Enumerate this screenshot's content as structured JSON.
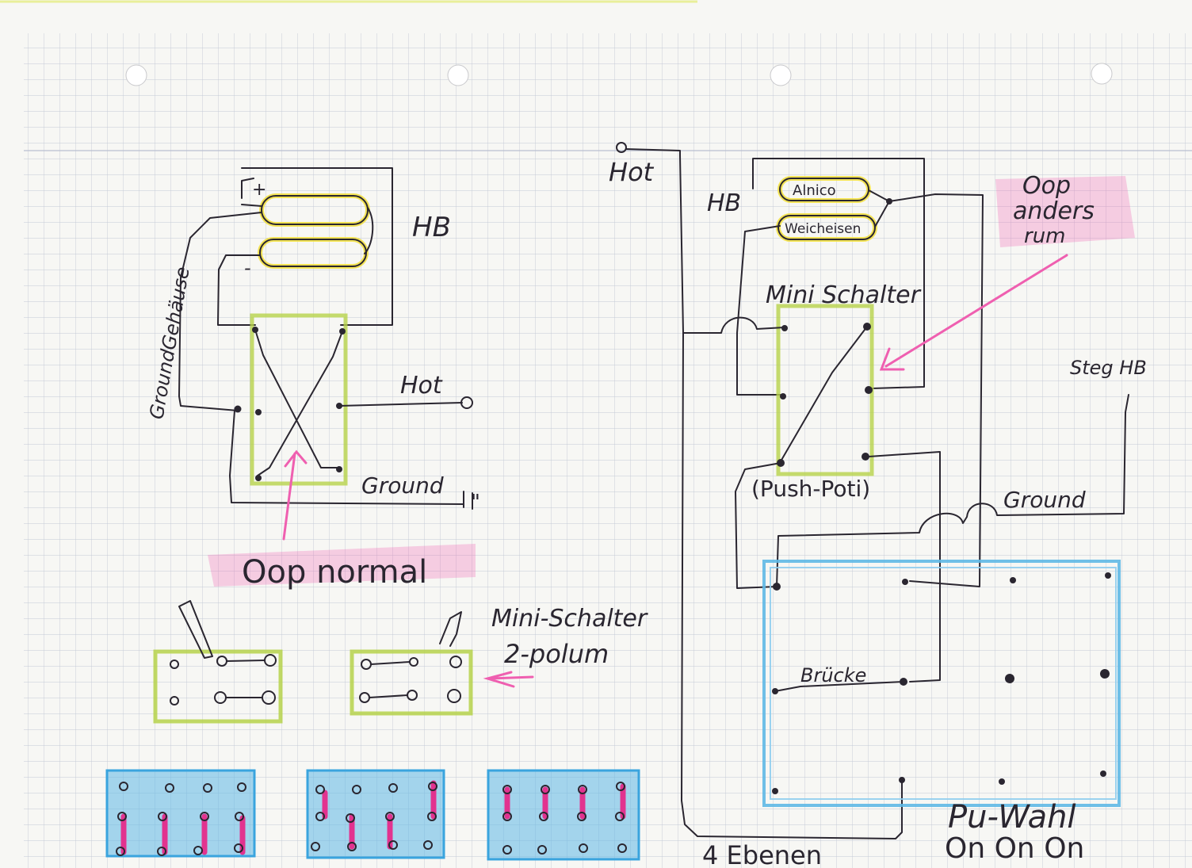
{
  "left": {
    "hb_label": "HB",
    "plus": "+",
    "minus": "-",
    "ground_housing": "GroundGehäuse",
    "hot": "Hot",
    "ground": "Ground",
    "ground_mark": "\"",
    "oop_note": "Oop normal",
    "mini_switch_label_1": "Mini-Schalter",
    "mini_switch_label_2": "2-polum"
  },
  "right": {
    "hot": "Hot",
    "hb_label": "HB",
    "coil_top": "Alnico",
    "coil_bottom": "Weicheisen",
    "oop_note_1": "Oop",
    "oop_note_2": "anders",
    "oop_note_3": "rum",
    "mini_switch": "Mini Schalter",
    "push_poti": "(Push-Poti)",
    "steg_hb": "Steg HB",
    "ground": "Ground",
    "bruecke": "Brücke",
    "layers": "4 Ebenen",
    "pu_wahl_1": "Pu-Wahl",
    "pu_wahl_2": "On On On"
  },
  "colors": {
    "ink": "#2a2630",
    "pink": "#ef5fb0",
    "yellow": "#f3e13a",
    "green": "#b6d24a",
    "blue": "#5fb8e6",
    "grid": "#c3c9d6"
  }
}
